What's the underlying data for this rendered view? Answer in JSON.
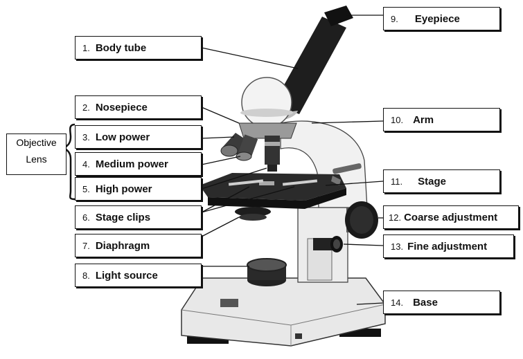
{
  "colors": {
    "line": "#1a1a1a",
    "body": "#e9e9e9",
    "tube": "#222222",
    "stage": "#2c2c2c"
  },
  "group": {
    "line1": "Objective",
    "line2": "Lens"
  },
  "labels": [
    {
      "num": "1.",
      "text": "Body tube"
    },
    {
      "num": "2.",
      "text": "Nosepiece"
    },
    {
      "num": "3.",
      "text": "Low power"
    },
    {
      "num": "4.",
      "text": "Medium power"
    },
    {
      "num": "5.",
      "text": "High power"
    },
    {
      "num": "6.",
      "text": "Stage clips"
    },
    {
      "num": "7.",
      "text": "Diaphragm"
    },
    {
      "num": "8.",
      "text": "Light source"
    },
    {
      "num": "9.",
      "text": "Eyepiece"
    },
    {
      "num": "10.",
      "text": "Arm"
    },
    {
      "num": "11.",
      "text": "Stage"
    },
    {
      "num": "12.",
      "text": "Coarse adjustment"
    },
    {
      "num": "13.",
      "text": "Fine adjustment"
    },
    {
      "num": "14.",
      "text": "Base"
    }
  ]
}
